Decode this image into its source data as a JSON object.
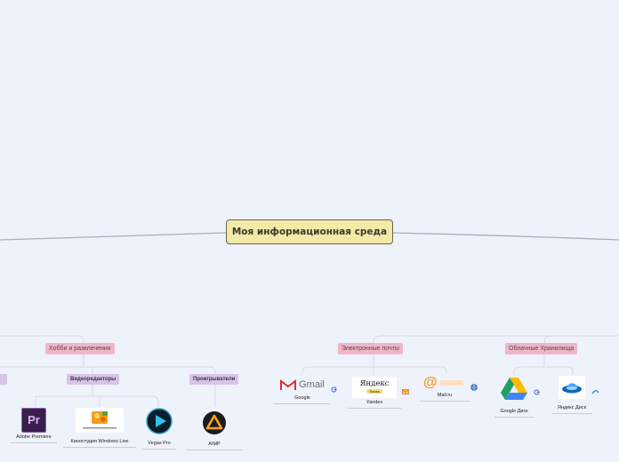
{
  "central": {
    "title": "Моя информационная среда"
  },
  "topics": {
    "hobby": {
      "label": "Хобби и развлечения"
    },
    "email": {
      "label": "Электронные почты"
    },
    "cloud": {
      "label": "Облачные Хранилища"
    }
  },
  "subtopics": {
    "video_editors": {
      "label": "Видеоредакторы"
    },
    "players": {
      "label": "Проигрыватели"
    }
  },
  "leaves": {
    "adobe_premiere": {
      "label": "Adobe Premiere",
      "logo_text": "Pr"
    },
    "kinostudia": {
      "label": "Киностудия Windows Live"
    },
    "vegas_pro": {
      "label": "Vegas Pro"
    },
    "aimp": {
      "label": "AIMP"
    },
    "gmail": {
      "label": "Google",
      "logo_text": "Gmail"
    },
    "yandex_mail": {
      "label": "Yandex",
      "logo_text": "Яндекс",
      "logo_sub": "Почта"
    },
    "mailru": {
      "label": "Mail.ru",
      "logo_text": "@"
    },
    "google_drive": {
      "label": "Google Диск"
    },
    "yandex_disk": {
      "label": "Яндекс Диск"
    }
  },
  "colors": {
    "background": "#eef2fb",
    "central_fill": "#f3e9a8",
    "topic_pink": "#f0b6c7",
    "subtopic_purple": "#d8c4e6",
    "connector": "#a9aebb"
  }
}
